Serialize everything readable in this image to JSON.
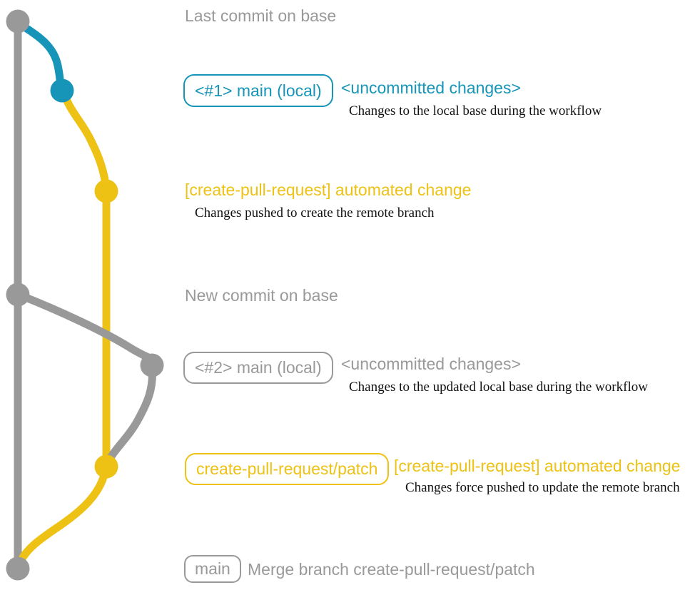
{
  "colors": {
    "gray": "#999999",
    "teal": "#1695b8",
    "yellow": "#edc214",
    "caption": "#111111",
    "bg": "#ffffff"
  },
  "graph": {
    "type": "git-graph",
    "lanes": [
      "base (gray)",
      "local main (teal)",
      "create-pull-request/patch (yellow)"
    ],
    "commits": [
      {
        "id": "c1",
        "lane": "base",
        "color": "gray"
      },
      {
        "id": "c2",
        "lane": "local-main",
        "color": "teal"
      },
      {
        "id": "c3",
        "lane": "create-pull-request/patch",
        "color": "yellow"
      },
      {
        "id": "c4",
        "lane": "base",
        "color": "gray"
      },
      {
        "id": "c5",
        "lane": "local-main",
        "color": "gray"
      },
      {
        "id": "c6",
        "lane": "create-pull-request/patch",
        "color": "yellow"
      },
      {
        "id": "c7",
        "lane": "base",
        "color": "gray"
      }
    ]
  },
  "rows": {
    "last_commit": {
      "title": "Last commit on base"
    },
    "main1": {
      "badge": "<#1> main (local)",
      "status": "<uncommitted changes>",
      "caption": "Changes to the local base during the workflow"
    },
    "auto1": {
      "label": "[create-pull-request] automated change",
      "caption": "Changes pushed to create the remote branch"
    },
    "new_commit": {
      "title": "New commit on base"
    },
    "main2": {
      "badge": "<#2> main (local)",
      "status": "<uncommitted changes>",
      "caption": "Changes to the updated local base during the workflow"
    },
    "auto2": {
      "badge": "create-pull-request/patch",
      "label": "[create-pull-request] automated change",
      "caption": "Changes force pushed to update the remote branch"
    },
    "merge": {
      "badge": "main",
      "label": "Merge branch create-pull-request/patch"
    }
  }
}
